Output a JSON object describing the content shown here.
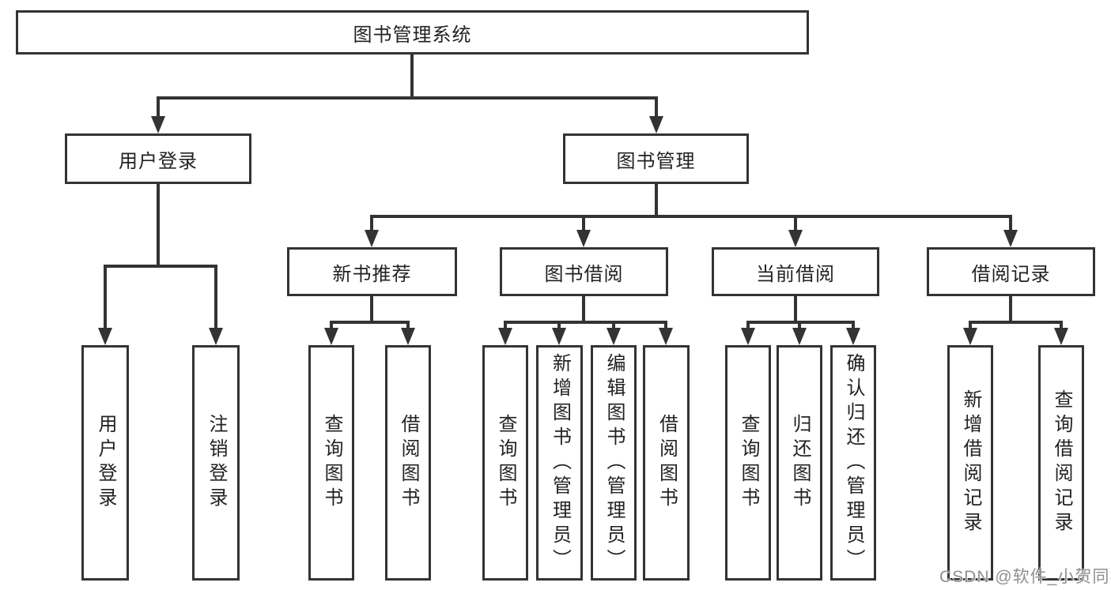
{
  "diagram": {
    "root": {
      "label": "图书管理系统"
    },
    "level2": {
      "user_login": {
        "label": "用户登录"
      },
      "book_management": {
        "label": "图书管理"
      }
    },
    "level3": {
      "new_book_recommend": {
        "label": "新书推荐"
      },
      "book_borrow": {
        "label": "图书借阅"
      },
      "current_borrow": {
        "label": "当前借阅"
      },
      "borrow_record": {
        "label": "借阅记录"
      }
    },
    "leaves": {
      "user_login": [
        "用户登录",
        "注销登录"
      ],
      "new_book_recommend": [
        "查询图书",
        "借阅图书"
      ],
      "book_borrow": [
        "查询图书",
        "新增图书（管理员）",
        "编辑图书（管理员）",
        "借阅图书"
      ],
      "current_borrow": [
        "查询图书",
        "归还图书",
        "确认归还（管理员）"
      ],
      "borrow_record": [
        "新增借阅记录",
        "查询借阅记录"
      ]
    },
    "colors": {
      "line": "#333333",
      "text": "#222222",
      "watermark": "#8f8f8f",
      "background": "#ffffff"
    },
    "watermark": "CSDN @软件_小贺同学"
  }
}
